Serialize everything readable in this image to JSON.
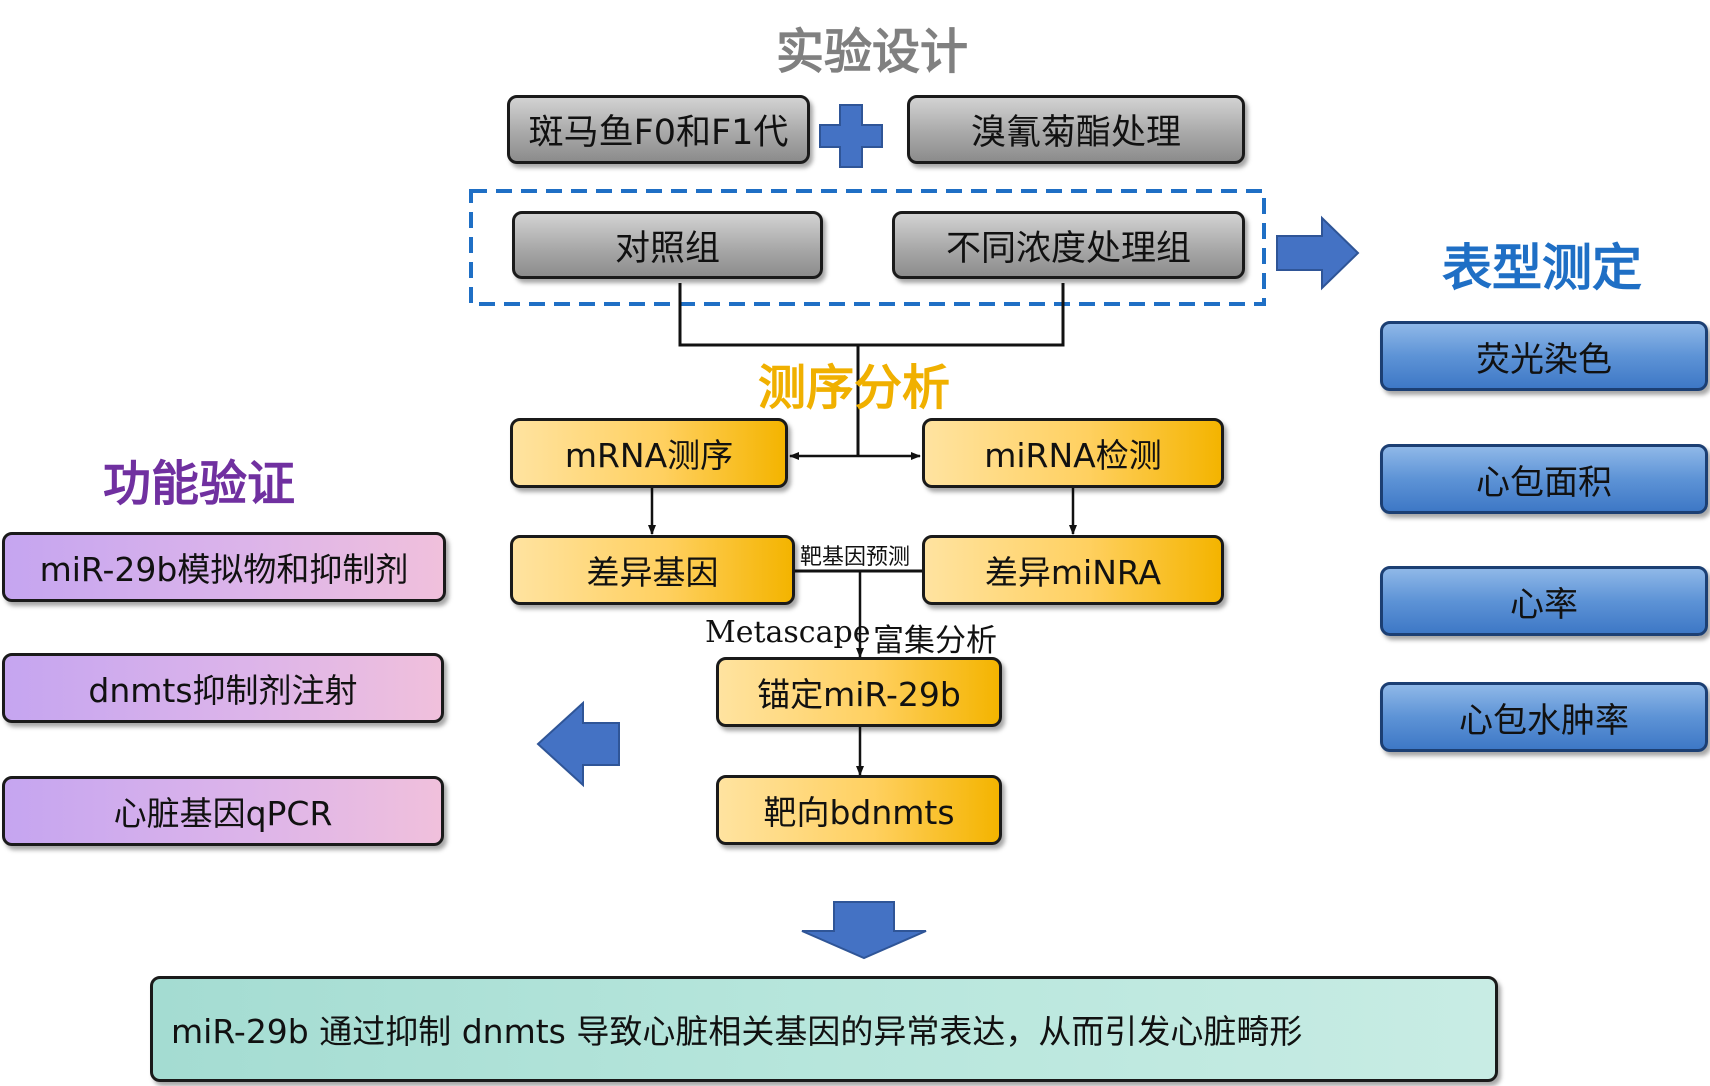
{
  "titles": {
    "design": "实验设计",
    "sequencing": "测序分析",
    "phenotype": "表型测定",
    "validation": "功能验证"
  },
  "top": {
    "zebrafish": "斑马鱼F0和F1代",
    "treatment": "溴氰菊酯处理"
  },
  "groups": {
    "control": "对照组",
    "dose": "不同浓度处理组"
  },
  "seq": {
    "mrna": "mRNA测序",
    "mirna": "miRNA检测",
    "diff_gene": "差异基因",
    "diff_mirna": "差异miNRA",
    "target_predict": "靶基因预测",
    "metascape": "Metascape",
    "enrich": "富集分析",
    "anchor": "锚定miR-29b",
    "target": "靶向bdnmts"
  },
  "phenotype_items": [
    "荧光染色",
    "心包面积",
    "心率",
    "心包水肿率"
  ],
  "validation_items": [
    "miR-29b模拟物和抑制剂",
    "dnmts抑制剂注射",
    "心脏基因qPCR"
  ],
  "conclusion": "miR-29b 通过抑制 dnmts 导致心脏相关基因的异常表达，从而引发心脏畸形",
  "colors": {
    "arrow_blue": "#4472c4",
    "title_gray": "#808080",
    "title_gold": "#f0b000",
    "title_blue": "#1f6fc5",
    "title_purple": "#7030a0",
    "dash_blue": "#1f6fc5"
  }
}
